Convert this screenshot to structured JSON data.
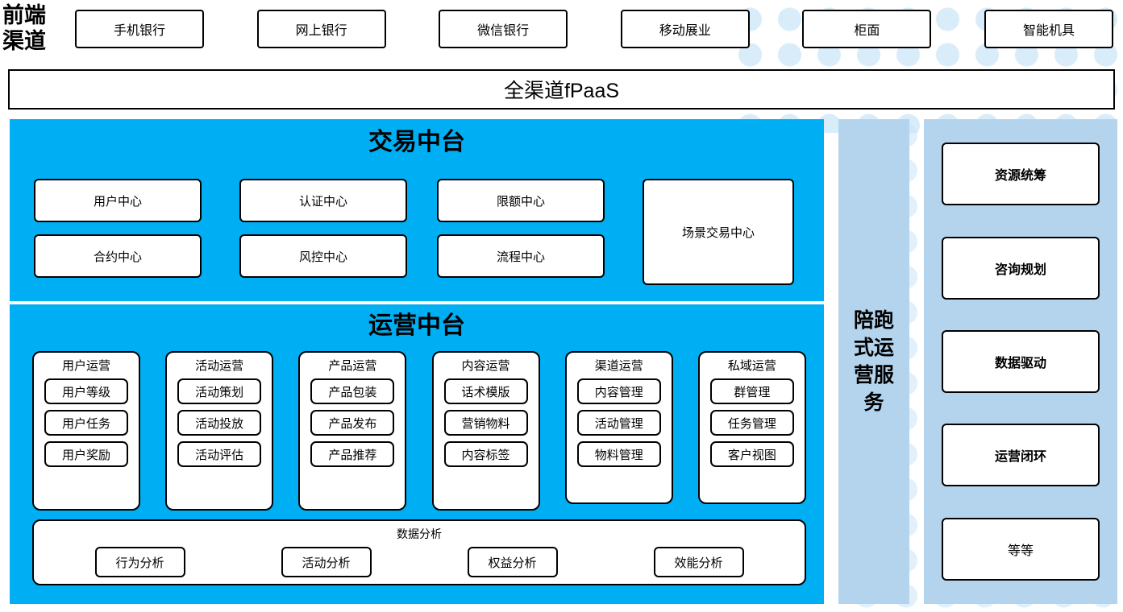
{
  "colors": {
    "cyan_panel": "#00AEF3",
    "light_blue_panel": "#B4D4EE",
    "dot_decoration": "#D8ECFA",
    "border": "#000000",
    "card_bg": "#FFFFFF"
  },
  "frontend": {
    "label_line1": "前端",
    "label_line2": "渠道",
    "channels": [
      {
        "label": "手机银行"
      },
      {
        "label": "网上银行"
      },
      {
        "label": "微信银行"
      },
      {
        "label": "移动展业"
      },
      {
        "label": "柜面"
      },
      {
        "label": "智能机具"
      }
    ]
  },
  "fpaas": {
    "label": "全渠道fPaaS"
  },
  "trade_platform": {
    "title": "交易中台",
    "boxes": [
      {
        "label": "用户中心"
      },
      {
        "label": "认证中心"
      },
      {
        "label": "限额中心"
      },
      {
        "label": "场景交易中心"
      },
      {
        "label": "合约中心"
      },
      {
        "label": "风控中心"
      },
      {
        "label": "流程中心"
      }
    ]
  },
  "ops_platform": {
    "title": "运营中台",
    "columns": [
      {
        "title": "用户运营",
        "items": [
          "用户等级",
          "用户任务",
          "用户奖励"
        ]
      },
      {
        "title": "活动运营",
        "items": [
          "活动策划",
          "活动投放",
          "活动评估"
        ]
      },
      {
        "title": "产品运营",
        "items": [
          "产品包装",
          "产品发布",
          "产品推荐"
        ]
      },
      {
        "title": "内容运营",
        "items": [
          "话术模版",
          "营销物料",
          "内容标签"
        ]
      },
      {
        "title": "渠道运营",
        "items": [
          "内容管理",
          "活动管理",
          "物料管理"
        ]
      },
      {
        "title": "私域运营",
        "items": [
          "群管理",
          "任务管理",
          "客户视图"
        ]
      }
    ],
    "data_analysis": {
      "title": "数据分析",
      "items": [
        "行为分析",
        "活动分析",
        "权益分析",
        "效能分析"
      ]
    }
  },
  "accompany_service": {
    "label": "陪跑式运营服务"
  },
  "service_panel": {
    "cards": [
      {
        "label": "资源统筹",
        "bold": true
      },
      {
        "label": "咨询规划",
        "bold": true
      },
      {
        "label": "数据驱动",
        "bold": true
      },
      {
        "label": "运营闭环",
        "bold": true
      },
      {
        "label": "等等",
        "bold": false
      }
    ]
  }
}
